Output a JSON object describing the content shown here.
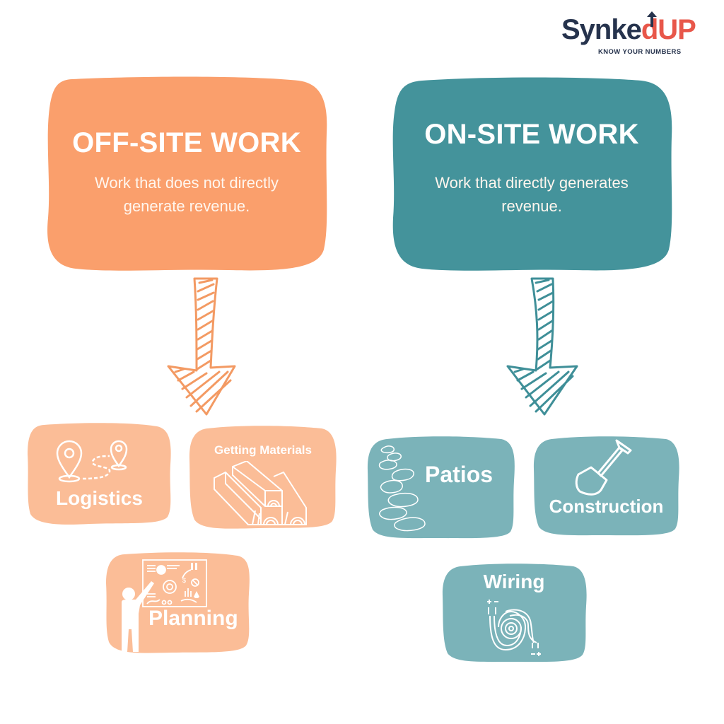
{
  "brand": {
    "name_part1": "Synke",
    "name_part2": "d",
    "name_part3": "UP",
    "tagline": "KNOW YOUR NUMBERS",
    "colors": {
      "dark": "#26334d",
      "accent": "#e8574a"
    }
  },
  "off_site": {
    "title": "OFF-SITE WORK",
    "description_line1": "Work that does not directly",
    "description_line2": "generate revenue.",
    "color": "#fa9f6c",
    "card_color": "#fbbd97",
    "arrow_color": "#f39a63",
    "items": [
      {
        "label": "Logistics",
        "icon": "map-pin-route-icon"
      },
      {
        "label": "Getting Materials",
        "icon": "lumber-icon"
      },
      {
        "label": "Planning",
        "icon": "presenter-board-icon"
      }
    ]
  },
  "on_site": {
    "title": "ON-SITE WORK",
    "description_line1": "Work that directly generates",
    "description_line2": "revenue.",
    "color": "#44939b",
    "card_color": "#7bb3b9",
    "arrow_color": "#3f8f98",
    "items": [
      {
        "label": "Patios",
        "icon": "stepping-stones-icon"
      },
      {
        "label": "Construction",
        "icon": "shovel-icon"
      },
      {
        "label": "Wiring",
        "icon": "cable-coil-icon"
      }
    ]
  }
}
